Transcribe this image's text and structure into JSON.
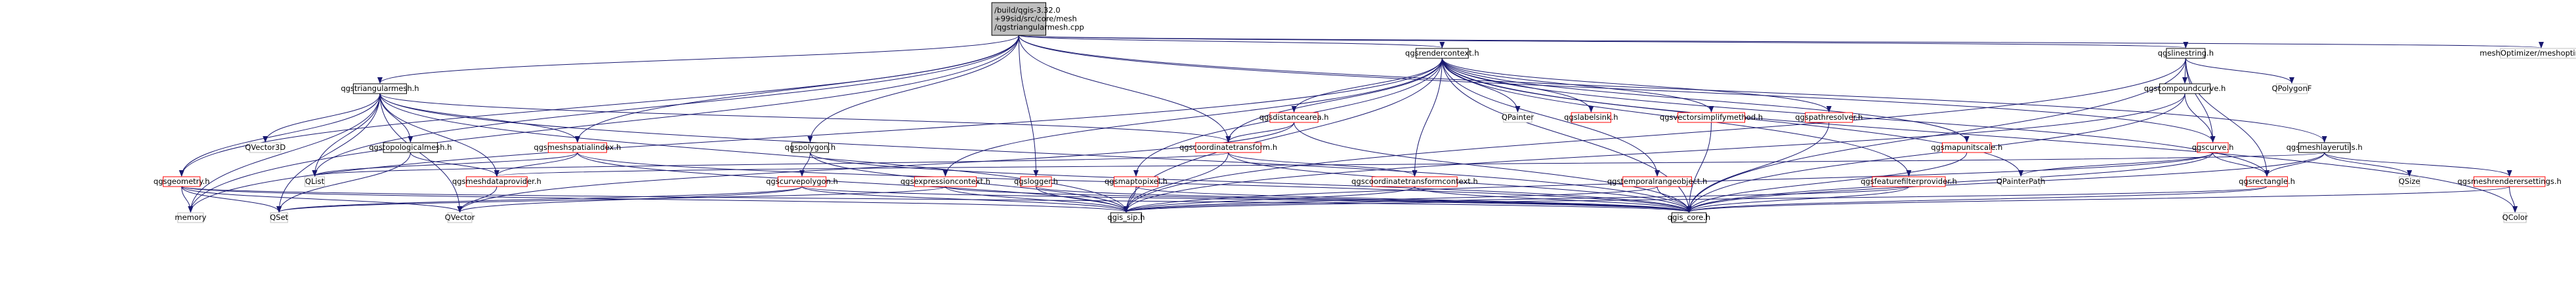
{
  "colors": {
    "background": "#ffffff",
    "edge": "#191970",
    "root_fill": "#bfbfbf",
    "root_stroke": "#000000",
    "documented_stroke": "#000000",
    "undocumented_stroke": "#ff0000",
    "external_stroke": "#bfbfbf",
    "text": "#000000"
  },
  "nodes": [
    {
      "id": "root",
      "kind": "root",
      "lines": [
        "/build/qgis-3.32.0",
        "+99sid/src/core/mesh",
        "/qgstriangularmesh.cpp"
      ]
    },
    {
      "id": "qgsrendercontext",
      "kind": "documented",
      "lines": [
        "qgsrendercontext.h"
      ]
    },
    {
      "id": "qgslinestring",
      "kind": "documented",
      "lines": [
        "qgslinestring.h"
      ]
    },
    {
      "id": "meshoptimizer",
      "kind": "external",
      "lines": [
        "meshOptimizer/meshoptimizer.h"
      ]
    },
    {
      "id": "qgstriangularmesh",
      "kind": "documented",
      "lines": [
        "qgstriangularmesh.h"
      ]
    },
    {
      "id": "qgscompoundcurve",
      "kind": "documented",
      "lines": [
        "qgscompoundcurve.h"
      ]
    },
    {
      "id": "qpolygonf",
      "kind": "external",
      "lines": [
        "QPolygonF"
      ]
    },
    {
      "id": "qgsdistancearea",
      "kind": "undocumented",
      "lines": [
        "qgsdistancearea.h"
      ]
    },
    {
      "id": "qpainter",
      "kind": "external",
      "lines": [
        "QPainter"
      ]
    },
    {
      "id": "qgslabelsink",
      "kind": "undocumented",
      "lines": [
        "qgslabelsink.h"
      ]
    },
    {
      "id": "qgsvectorsimplifymethod",
      "kind": "undocumented",
      "lines": [
        "qgsvectorsimplifymethod.h"
      ]
    },
    {
      "id": "qgspathresolver",
      "kind": "undocumented",
      "lines": [
        "qgspathresolver.h"
      ]
    },
    {
      "id": "qvector3d",
      "kind": "external",
      "lines": [
        "QVector3D"
      ]
    },
    {
      "id": "qgstopologicalmesh",
      "kind": "documented",
      "lines": [
        "qgstopologicalmesh.h"
      ]
    },
    {
      "id": "qgsmeshspatialindex",
      "kind": "undocumented",
      "lines": [
        "qgsmeshspatialindex.h"
      ]
    },
    {
      "id": "qgspolygon",
      "kind": "documented",
      "lines": [
        "qgspolygon.h"
      ]
    },
    {
      "id": "qgscoordinatetransform",
      "kind": "undocumented",
      "lines": [
        "qgscoordinatetransform.h"
      ]
    },
    {
      "id": "qgsmapunitscale",
      "kind": "undocumented",
      "lines": [
        "qgsmapunitscale.h"
      ]
    },
    {
      "id": "qgscurve",
      "kind": "undocumented",
      "lines": [
        "qgscurve.h"
      ]
    },
    {
      "id": "qgsmeshlayerutils",
      "kind": "documented",
      "lines": [
        "qgsmeshlayerutils.h"
      ]
    },
    {
      "id": "qlist",
      "kind": "external",
      "lines": [
        "QList"
      ]
    },
    {
      "id": "qgsmeshdataprovider",
      "kind": "undocumented",
      "lines": [
        "qgsmeshdataprovider.h"
      ]
    },
    {
      "id": "qgsgeometry",
      "kind": "undocumented",
      "lines": [
        "qgsgeometry.h"
      ]
    },
    {
      "id": "qgscurvepolygon",
      "kind": "undocumented",
      "lines": [
        "qgscurvepolygon.h"
      ]
    },
    {
      "id": "qgsexpressioncontext",
      "kind": "undocumented",
      "lines": [
        "qgsexpressioncontext.h"
      ]
    },
    {
      "id": "qgslogger",
      "kind": "undocumented",
      "lines": [
        "qgslogger.h"
      ]
    },
    {
      "id": "qgsmaptopixel",
      "kind": "undocumented",
      "lines": [
        "qgsmaptopixel.h"
      ]
    },
    {
      "id": "qgscoordinatetransformcontext",
      "kind": "undocumented",
      "lines": [
        "qgscoordinatetransformcontext.h"
      ]
    },
    {
      "id": "qgstemporalrangeobject",
      "kind": "undocumented",
      "lines": [
        "qgstemporalrangeobject.h"
      ]
    },
    {
      "id": "qgsfeaturefilterprovider",
      "kind": "undocumented",
      "lines": [
        "qgsfeaturefilterprovider.h"
      ]
    },
    {
      "id": "qpainterpath",
      "kind": "external",
      "lines": [
        "QPainterPath"
      ]
    },
    {
      "id": "qgsrectangle",
      "kind": "undocumented",
      "lines": [
        "qgsrectangle.h"
      ]
    },
    {
      "id": "qsize",
      "kind": "external",
      "lines": [
        "QSize"
      ]
    },
    {
      "id": "qgsmeshrenderersettings",
      "kind": "undocumented",
      "lines": [
        "qgsmeshrenderersettings.h"
      ]
    },
    {
      "id": "memory",
      "kind": "external",
      "lines": [
        "memory"
      ]
    },
    {
      "id": "qset",
      "kind": "external",
      "lines": [
        "QSet"
      ]
    },
    {
      "id": "qvector",
      "kind": "external",
      "lines": [
        "QVector"
      ]
    },
    {
      "id": "qgis_sip",
      "kind": "documented",
      "lines": [
        "qgis_sip.h"
      ]
    },
    {
      "id": "qgis_core",
      "kind": "documented",
      "lines": [
        "qgis_core.h"
      ]
    },
    {
      "id": "qcolor",
      "kind": "external",
      "lines": [
        "QColor"
      ]
    }
  ],
  "edges": [
    [
      "root",
      "qgsrendercontext"
    ],
    [
      "root",
      "qgslinestring"
    ],
    [
      "root",
      "meshoptimizer"
    ],
    [
      "root",
      "qgstriangularmesh"
    ],
    [
      "root",
      "qgsmeshspatialindex"
    ],
    [
      "root",
      "qgspolygon"
    ],
    [
      "root",
      "qgscoordinatetransform"
    ],
    [
      "root",
      "qgslogger"
    ],
    [
      "root",
      "qgsmeshlayerutils"
    ],
    [
      "root",
      "qgsgeometry"
    ],
    [
      "root",
      "qlist"
    ],
    [
      "root",
      "memory"
    ],
    [
      "root",
      "qgscurve"
    ],
    [
      "qgsrendercontext",
      "qgsdistancearea"
    ],
    [
      "qgsrendercontext",
      "qpainter"
    ],
    [
      "qgsrendercontext",
      "qgslabelsink"
    ],
    [
      "qgsrendercontext",
      "qgsvectorsimplifymethod"
    ],
    [
      "qgsrendercontext",
      "qgspathresolver"
    ],
    [
      "qgsrendercontext",
      "qgscoordinatetransform"
    ],
    [
      "qgsrendercontext",
      "qgsmapunitscale"
    ],
    [
      "qgsrendercontext",
      "qgsexpressioncontext"
    ],
    [
      "qgsrendercontext",
      "qgsmaptopixel"
    ],
    [
      "qgsrendercontext",
      "qgscoordinatetransformcontext"
    ],
    [
      "qgsrendercontext",
      "qgstemporalrangeobject"
    ],
    [
      "qgsrendercontext",
      "qgsfeaturefilterprovider"
    ],
    [
      "qgsrendercontext",
      "qpainterpath"
    ],
    [
      "qgsrendercontext",
      "qgsrectangle"
    ],
    [
      "qgsrendercontext",
      "qcolor"
    ],
    [
      "qgsrendercontext",
      "memory"
    ],
    [
      "qgsrendercontext",
      "qgis_core"
    ],
    [
      "qgsrendercontext",
      "qgis_sip"
    ],
    [
      "qgslinestring",
      "qgscompoundcurve"
    ],
    [
      "qgslinestring",
      "qpolygonf"
    ],
    [
      "qgslinestring",
      "qgscurve"
    ],
    [
      "qgslinestring",
      "qgis_core"
    ],
    [
      "qgslinestring",
      "qgis_sip"
    ],
    [
      "qgslinestring",
      "qgsrectangle"
    ],
    [
      "qgscompoundcurve",
      "qgscurve"
    ],
    [
      "qgscompoundcurve",
      "qgis_core"
    ],
    [
      "qgscompoundcurve",
      "qgis_sip"
    ],
    [
      "qgstriangularmesh",
      "qvector3d"
    ],
    [
      "qgstriangularmesh",
      "qgstopologicalmesh"
    ],
    [
      "qgstriangularmesh",
      "qgsmeshspatialindex"
    ],
    [
      "qgstriangularmesh",
      "qgsmeshdataprovider"
    ],
    [
      "qgstriangularmesh",
      "qgsgeometry"
    ],
    [
      "qgstriangularmesh",
      "qgscoordinatetransform"
    ],
    [
      "qgstriangularmesh",
      "qlist"
    ],
    [
      "qgstriangularmesh",
      "qvector"
    ],
    [
      "qgstriangularmesh",
      "qset"
    ],
    [
      "qgstriangularmesh",
      "memory"
    ],
    [
      "qgstriangularmesh",
      "qgis_core"
    ],
    [
      "qgstriangularmesh",
      "qgis_sip"
    ],
    [
      "qgstopologicalmesh",
      "qgsmeshdataprovider"
    ],
    [
      "qgstopologicalmesh",
      "qset"
    ],
    [
      "qgsmeshspatialindex",
      "qgsmeshdataprovider"
    ],
    [
      "qgsmeshspatialindex",
      "qlist"
    ],
    [
      "qgsmeshspatialindex",
      "qgis_core"
    ],
    [
      "qgsmeshspatialindex",
      "qgis_sip"
    ],
    [
      "qgsmeshdataprovider",
      "qvector"
    ],
    [
      "qgspolygon",
      "qgscurvepolygon"
    ],
    [
      "qgspolygon",
      "qgis_core"
    ],
    [
      "qgspolygon",
      "qgis_sip"
    ],
    [
      "qgscurvepolygon",
      "qgis_core"
    ],
    [
      "qgscurvepolygon",
      "qgis_sip"
    ],
    [
      "qgscurvepolygon",
      "qvector"
    ],
    [
      "qgscurvepolygon",
      "qset"
    ],
    [
      "qgsdistancearea",
      "qgscoordinatetransform"
    ],
    [
      "qgsdistancearea",
      "qvector"
    ],
    [
      "qgsdistancearea",
      "qgis_core"
    ],
    [
      "qgscoordinatetransform",
      "qgscoordinatetransformcontext"
    ],
    [
      "qgscoordinatetransform",
      "qgis_core"
    ],
    [
      "qgscoordinatetransform",
      "qgis_sip"
    ],
    [
      "qgscoordinatetransform",
      "qlist"
    ],
    [
      "qgscoordinatetransformcontext",
      "qgis_core"
    ],
    [
      "qgscoordinatetransformcontext",
      "qgis_sip"
    ],
    [
      "qgsexpressioncontext",
      "qgis_core"
    ],
    [
      "qgsexpressioncontext",
      "qgis_sip"
    ],
    [
      "qgsexpressioncontext",
      "qset"
    ],
    [
      "qgslogger",
      "qgis_core"
    ],
    [
      "qgslogger",
      "qgis_sip"
    ],
    [
      "qgsmaptopixel",
      "qgis_core"
    ],
    [
      "qgsmaptopixel",
      "qgis_sip"
    ],
    [
      "qgstemporalrangeobject",
      "qgis_core"
    ],
    [
      "qgstemporalrangeobject",
      "qgis_sip"
    ],
    [
      "qgsfeaturefilterprovider",
      "qgis_core"
    ],
    [
      "qgsfeaturefilterprovider",
      "qgis_sip"
    ],
    [
      "qgsmapunitscale",
      "qgis_core"
    ],
    [
      "qgspathresolver",
      "qgis_core"
    ],
    [
      "qgsvectorsimplifymethod",
      "qgis_core"
    ],
    [
      "qgscurve",
      "qgsrectangle"
    ],
    [
      "qgscurve",
      "qpainterpath"
    ],
    [
      "qgscurve",
      "qgis_core"
    ],
    [
      "qgscurve",
      "qgis_sip"
    ],
    [
      "qgsrectangle",
      "qgis_core"
    ],
    [
      "qgsrectangle",
      "qgis_sip"
    ],
    [
      "qgsmeshlayerutils",
      "qgsrectangle"
    ],
    [
      "qgsmeshlayerutils",
      "qsize"
    ],
    [
      "qgsmeshlayerutils",
      "qgsmeshrenderersettings"
    ],
    [
      "qgsmeshlayerutils",
      "qgsmeshdataprovider"
    ],
    [
      "qgsmeshlayerutils",
      "qgis_core"
    ],
    [
      "qgsmeshrenderersettings",
      "qcolor"
    ],
    [
      "qgsmeshrenderersettings",
      "qgis_core"
    ],
    [
      "qgsgeometry",
      "qgis_core"
    ],
    [
      "qgsgeometry",
      "qgis_sip"
    ],
    [
      "qgsgeometry",
      "qset"
    ],
    [
      "qgsgeometry",
      "qvector"
    ],
    [
      "qgsgeometry",
      "memory"
    ]
  ]
}
